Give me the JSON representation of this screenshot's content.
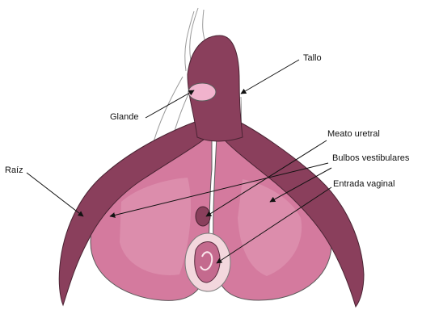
{
  "labels": {
    "tallo": "Tallo",
    "glande": "Glande",
    "raiz": "Raíz",
    "meato_uretral": "Meato uretral",
    "bulbos_vestibulares": "Bulbos vestibulares",
    "entrada_vaginal": "Entrada vaginal"
  },
  "colors": {
    "shaft_and_crura": "#8a3f5c",
    "shaft_dark": "#6e2c47",
    "bulb_pink": "#d97fa2",
    "bulb_light": "#e8a7c0",
    "glans": "#f1b3cd",
    "outline": "#5a5a5a",
    "vaginal_inner": "#f3d7dd",
    "arrow": "#111111"
  }
}
